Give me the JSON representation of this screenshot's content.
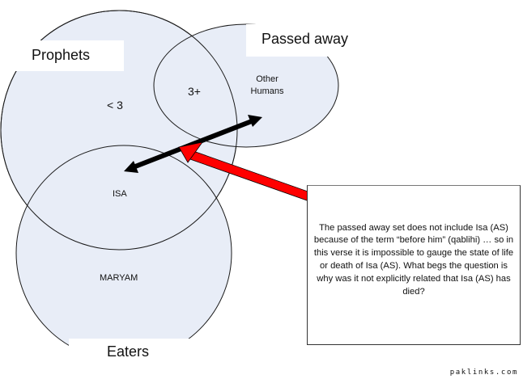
{
  "diagram": {
    "type": "venn",
    "colors": {
      "set_fill": "#e8edf7",
      "set_stroke": "#1a1a1a",
      "double_arrow": "#000000",
      "pointer_arrow": "#ff0000"
    },
    "sets": [
      {
        "id": "prophets",
        "label": "Prophets"
      },
      {
        "id": "passed_away",
        "label": "Passed away"
      },
      {
        "id": "eaters",
        "label": "Eaters"
      }
    ],
    "regions": {
      "prophets_only": "< 3",
      "prophets_and_passed_away": "3+",
      "passed_away_only": [
        "Other",
        "Humans"
      ],
      "prophets_and_eaters": "ISA",
      "eaters_only": "MARYAM"
    },
    "annotation": {
      "text": "The passed away set does not include Isa (AS) because of the term “before him” (qablihi) … so in this verse it is impossible to gauge the state of life or death of Isa (AS). What begs the question is why was it not explicitly related that Isa (AS) has died?"
    },
    "arrows": [
      {
        "id": "isa-to-other-humans",
        "style": "double-headed",
        "color": "black"
      },
      {
        "id": "annotation-pointer",
        "style": "single-headed",
        "color": "red"
      }
    ]
  },
  "watermark": "paklinks.com"
}
